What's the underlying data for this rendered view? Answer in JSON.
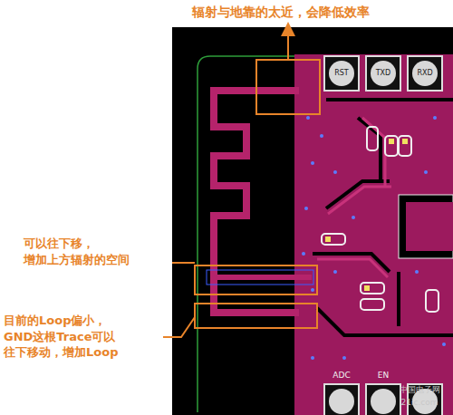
{
  "diagram": {
    "labels": [
      "辐射与地靠的太近，会降低效率",
      "可以往下移， 增加上方辐射的空间",
      "目前的Loop偏小， GND这根Trace可以 往下移动，增加Loop",
      "RST",
      "TXD",
      "RXD",
      "ADC",
      "EN",
      "中国电子网",
      "21ic.com"
    ]
  }
}
